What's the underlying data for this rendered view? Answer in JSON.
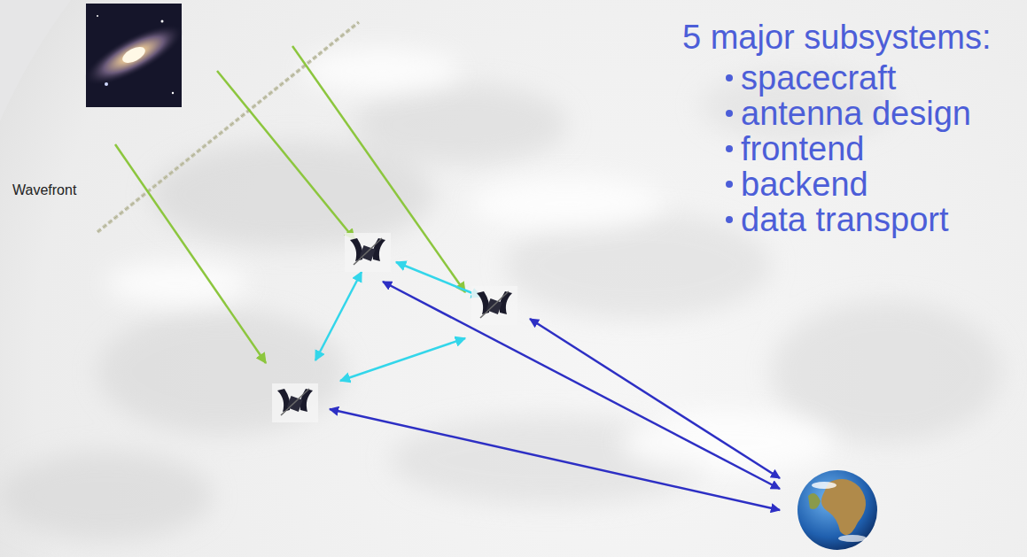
{
  "diagram": {
    "labels": [
      "Wavefront",
      "5 major subsystems:",
      "spacecraft",
      "antenna design",
      "frontend",
      "backend",
      "data transport"
    ]
  }
}
